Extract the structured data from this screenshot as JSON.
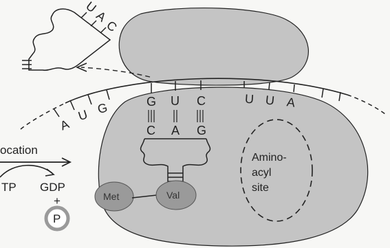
{
  "diagram": {
    "trna_exiting": {
      "anticodon": [
        "U",
        "A",
        "C"
      ]
    },
    "mrna": {
      "codon_1": [
        "A",
        "U",
        "G"
      ],
      "codon_2": [
        "G",
        "U",
        "C"
      ],
      "codon_3": [
        "U",
        "U",
        "A"
      ]
    },
    "trna_bound": {
      "anticodon": [
        "C",
        "A",
        "G"
      ],
      "pairing": [
        "G",
        "U",
        "C"
      ]
    },
    "amino_acids": {
      "first": "Met",
      "second": "Val"
    },
    "site_label_lines": [
      "Amino-",
      "acyl",
      "site"
    ],
    "annotations": {
      "translocation": "ocation",
      "gtp": "TP",
      "gdp": "GDP",
      "plus": "+",
      "phosphate": "P"
    }
  },
  "colors": {
    "ribosome": "#c4c4c4",
    "amino_acid": "#9a9a9a",
    "ink": "#222222",
    "background": "#f7f7f5"
  }
}
